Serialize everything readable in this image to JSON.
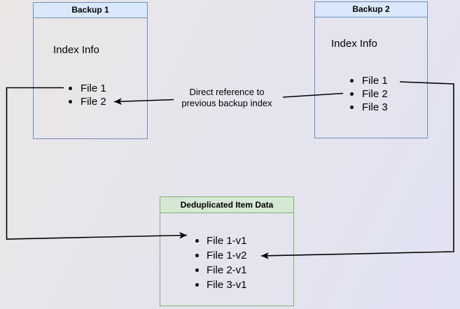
{
  "boxes": {
    "backup1": {
      "title": "Backup 1",
      "section_label": "Index Info",
      "files": [
        "File 1",
        "File 2"
      ]
    },
    "backup2": {
      "title": "Backup 2",
      "section_label": "Index Info",
      "files": [
        "File 1",
        "File 2",
        "File 3"
      ]
    },
    "dedup": {
      "title": "Deduplicated Item Data",
      "files": [
        "File 1-v1",
        "File 1-v2",
        "File 2-v1",
        "File 3-v1"
      ]
    }
  },
  "edge_label": {
    "line1": "Direct reference to",
    "line2": "previous backup index"
  },
  "edges": [
    {
      "name": "backup1-file1-to-dedup-file1v1"
    },
    {
      "name": "backup2-file1-to-dedup-file1v2"
    },
    {
      "name": "backup2-file2-to-backup1-file2",
      "label": "Direct reference to previous backup index"
    }
  ],
  "colors": {
    "blue_fill": "#dae8fc",
    "blue_border": "#6c8ebf",
    "green_fill": "#d5e8d4",
    "green_border": "#82b366",
    "arrow": "#000000",
    "text": "#000000"
  }
}
